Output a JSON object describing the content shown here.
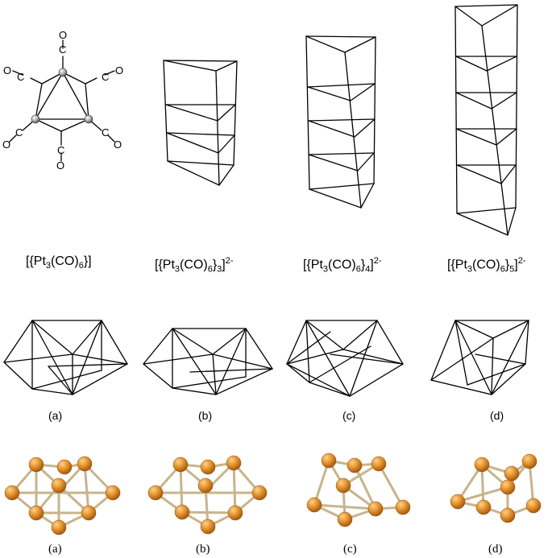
{
  "formulas": {
    "a": {
      "pre": "[{Pt",
      "s1": "3",
      "mid": "(CO)",
      "s2": "6",
      "post": "}]",
      "s3": "",
      "post2": "",
      "charge": ""
    },
    "b": {
      "pre": "[{Pt",
      "s1": "3",
      "mid": "(CO)",
      "s2": "6",
      "post": "}",
      "s3": "3",
      "post2": "]",
      "charge": "2-"
    },
    "c": {
      "pre": "[{Pt",
      "s1": "3",
      "mid": "(CO)",
      "s2": "6",
      "post": "}",
      "s3": "4",
      "post2": "]",
      "charge": "2-"
    },
    "d": {
      "pre": "[{Pt",
      "s1": "3",
      "mid": "(CO)",
      "s2": "6",
      "post": "}",
      "s3": "5",
      "post2": "]",
      "charge": "2-"
    }
  },
  "atoms": {
    "C": "C",
    "O": "O"
  },
  "wire_labels": [
    "(a)",
    "(b)",
    "(c)",
    "(d)"
  ],
  "ball_labels": [
    "(a)",
    "(b)",
    "(c)",
    "(d)"
  ],
  "colors": {
    "pt_ball": "#e0902a",
    "bond": "#c8b48c",
    "line": "#000000"
  }
}
